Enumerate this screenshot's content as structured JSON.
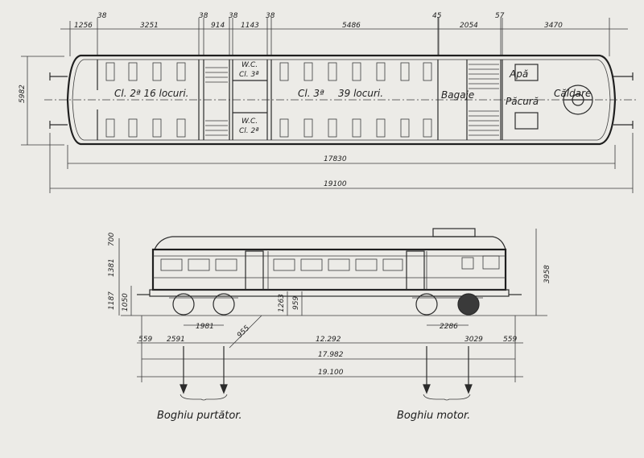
{
  "plan": {
    "top_dims": [
      "1256",
      "3251",
      "38",
      "914",
      "38",
      "1143",
      "38",
      "5486",
      "45",
      "2054",
      "57",
      "3470"
    ],
    "total_inner": "17830",
    "total_outer": "19100",
    "width": "5982",
    "rooms": {
      "class2": "Cl. 2ª 16 locuri.",
      "class3": "Cl. 3ª",
      "class3_seats": "39 locuri.",
      "wc_top_1": "W.C.",
      "wc_top_2": "Cl. 3ª",
      "wc_bottom_1": "W.C.",
      "wc_bottom_2": "Cl. 2ª",
      "baggage": "Bagaje",
      "water": "Apă",
      "fuel": "Păcură",
      "boiler": "Căldare"
    }
  },
  "elevation": {
    "roof": "700",
    "window_h": "1381",
    "floor_h": "1187",
    "floor_h2": "1050",
    "wheel_1": "1263",
    "wheel_2": "959",
    "total_h": "3958",
    "wheelbase_trailer": "1981",
    "wheelbase_motor": "2286",
    "wheel_dia": "955",
    "end_left": "559",
    "end_right": "559",
    "overhang_left": "2591",
    "bogie_centers": "12.292",
    "overhang_right": "3029",
    "length_inner": "17.982",
    "length_outer": "19.100"
  },
  "captions": {
    "trailer_bogie": "Boghiu purtător.",
    "motor_bogie": "Boghiu motor."
  }
}
